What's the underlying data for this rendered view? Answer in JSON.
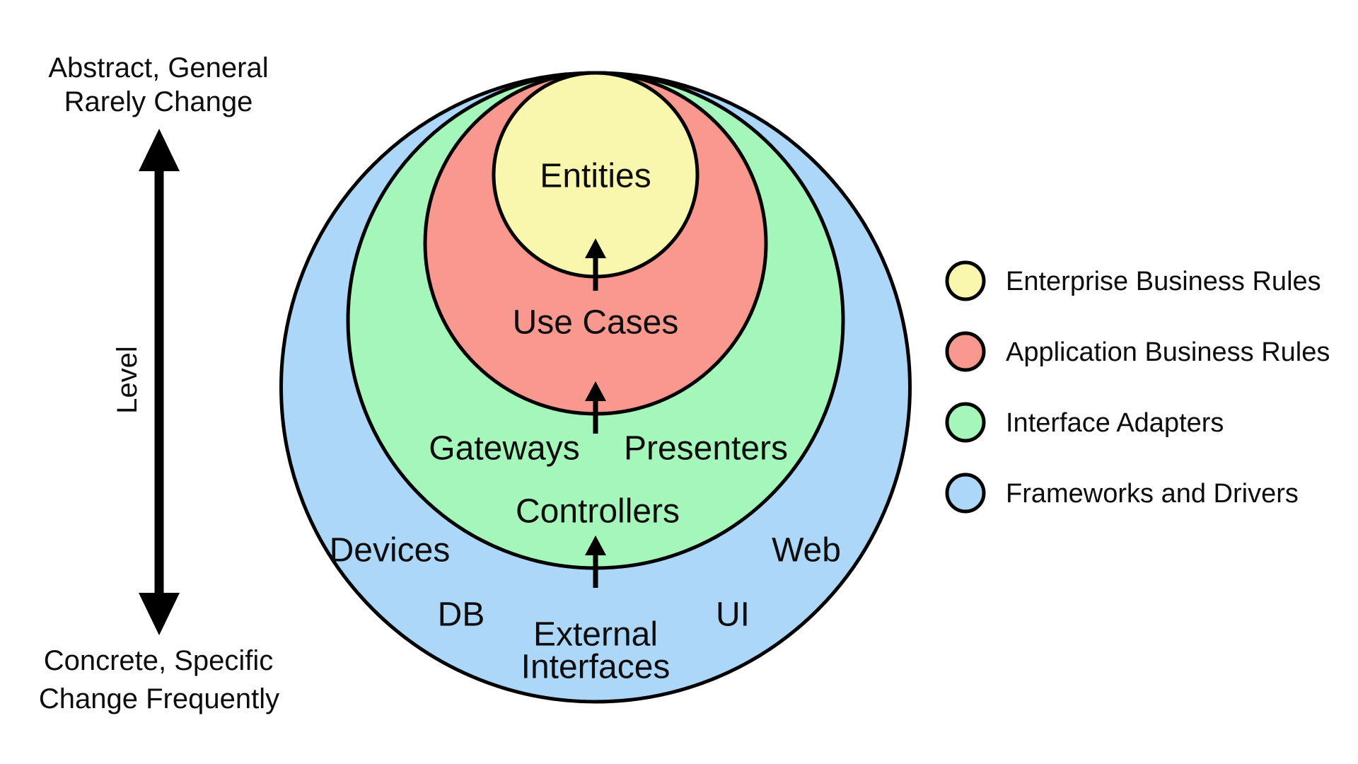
{
  "axis": {
    "top_line1": "Abstract, General",
    "top_line2": "Rarely Change",
    "side_label": "Level",
    "bottom_line1": "Concrete, Specific",
    "bottom_line2": "Change Frequently"
  },
  "colors": {
    "enterprise_business_rules": "#F9F6AE",
    "application_business_rules": "#F8988F",
    "interface_adapters": "#A5F6BA",
    "frameworks_and_drivers": "#ACD7F9",
    "outline": "#000000",
    "text": "#0D0D0D"
  },
  "rings": {
    "entities": "Entities",
    "use_cases": "Use Cases",
    "gateways": "Gateways",
    "presenters": "Presenters",
    "controllers": "Controllers",
    "devices": "Devices",
    "web": "Web",
    "db": "DB",
    "ui": "UI",
    "external_line1": "External",
    "external_line2": "Interfaces"
  },
  "legend": {
    "items": [
      {
        "label": "Enterprise Business Rules",
        "color": "#F9F6AE"
      },
      {
        "label": "Application Business Rules",
        "color": "#F8988F"
      },
      {
        "label": "Interface Adapters",
        "color": "#A5F6BA"
      },
      {
        "label": "Frameworks and Drivers",
        "color": "#ACD7F9"
      }
    ]
  }
}
